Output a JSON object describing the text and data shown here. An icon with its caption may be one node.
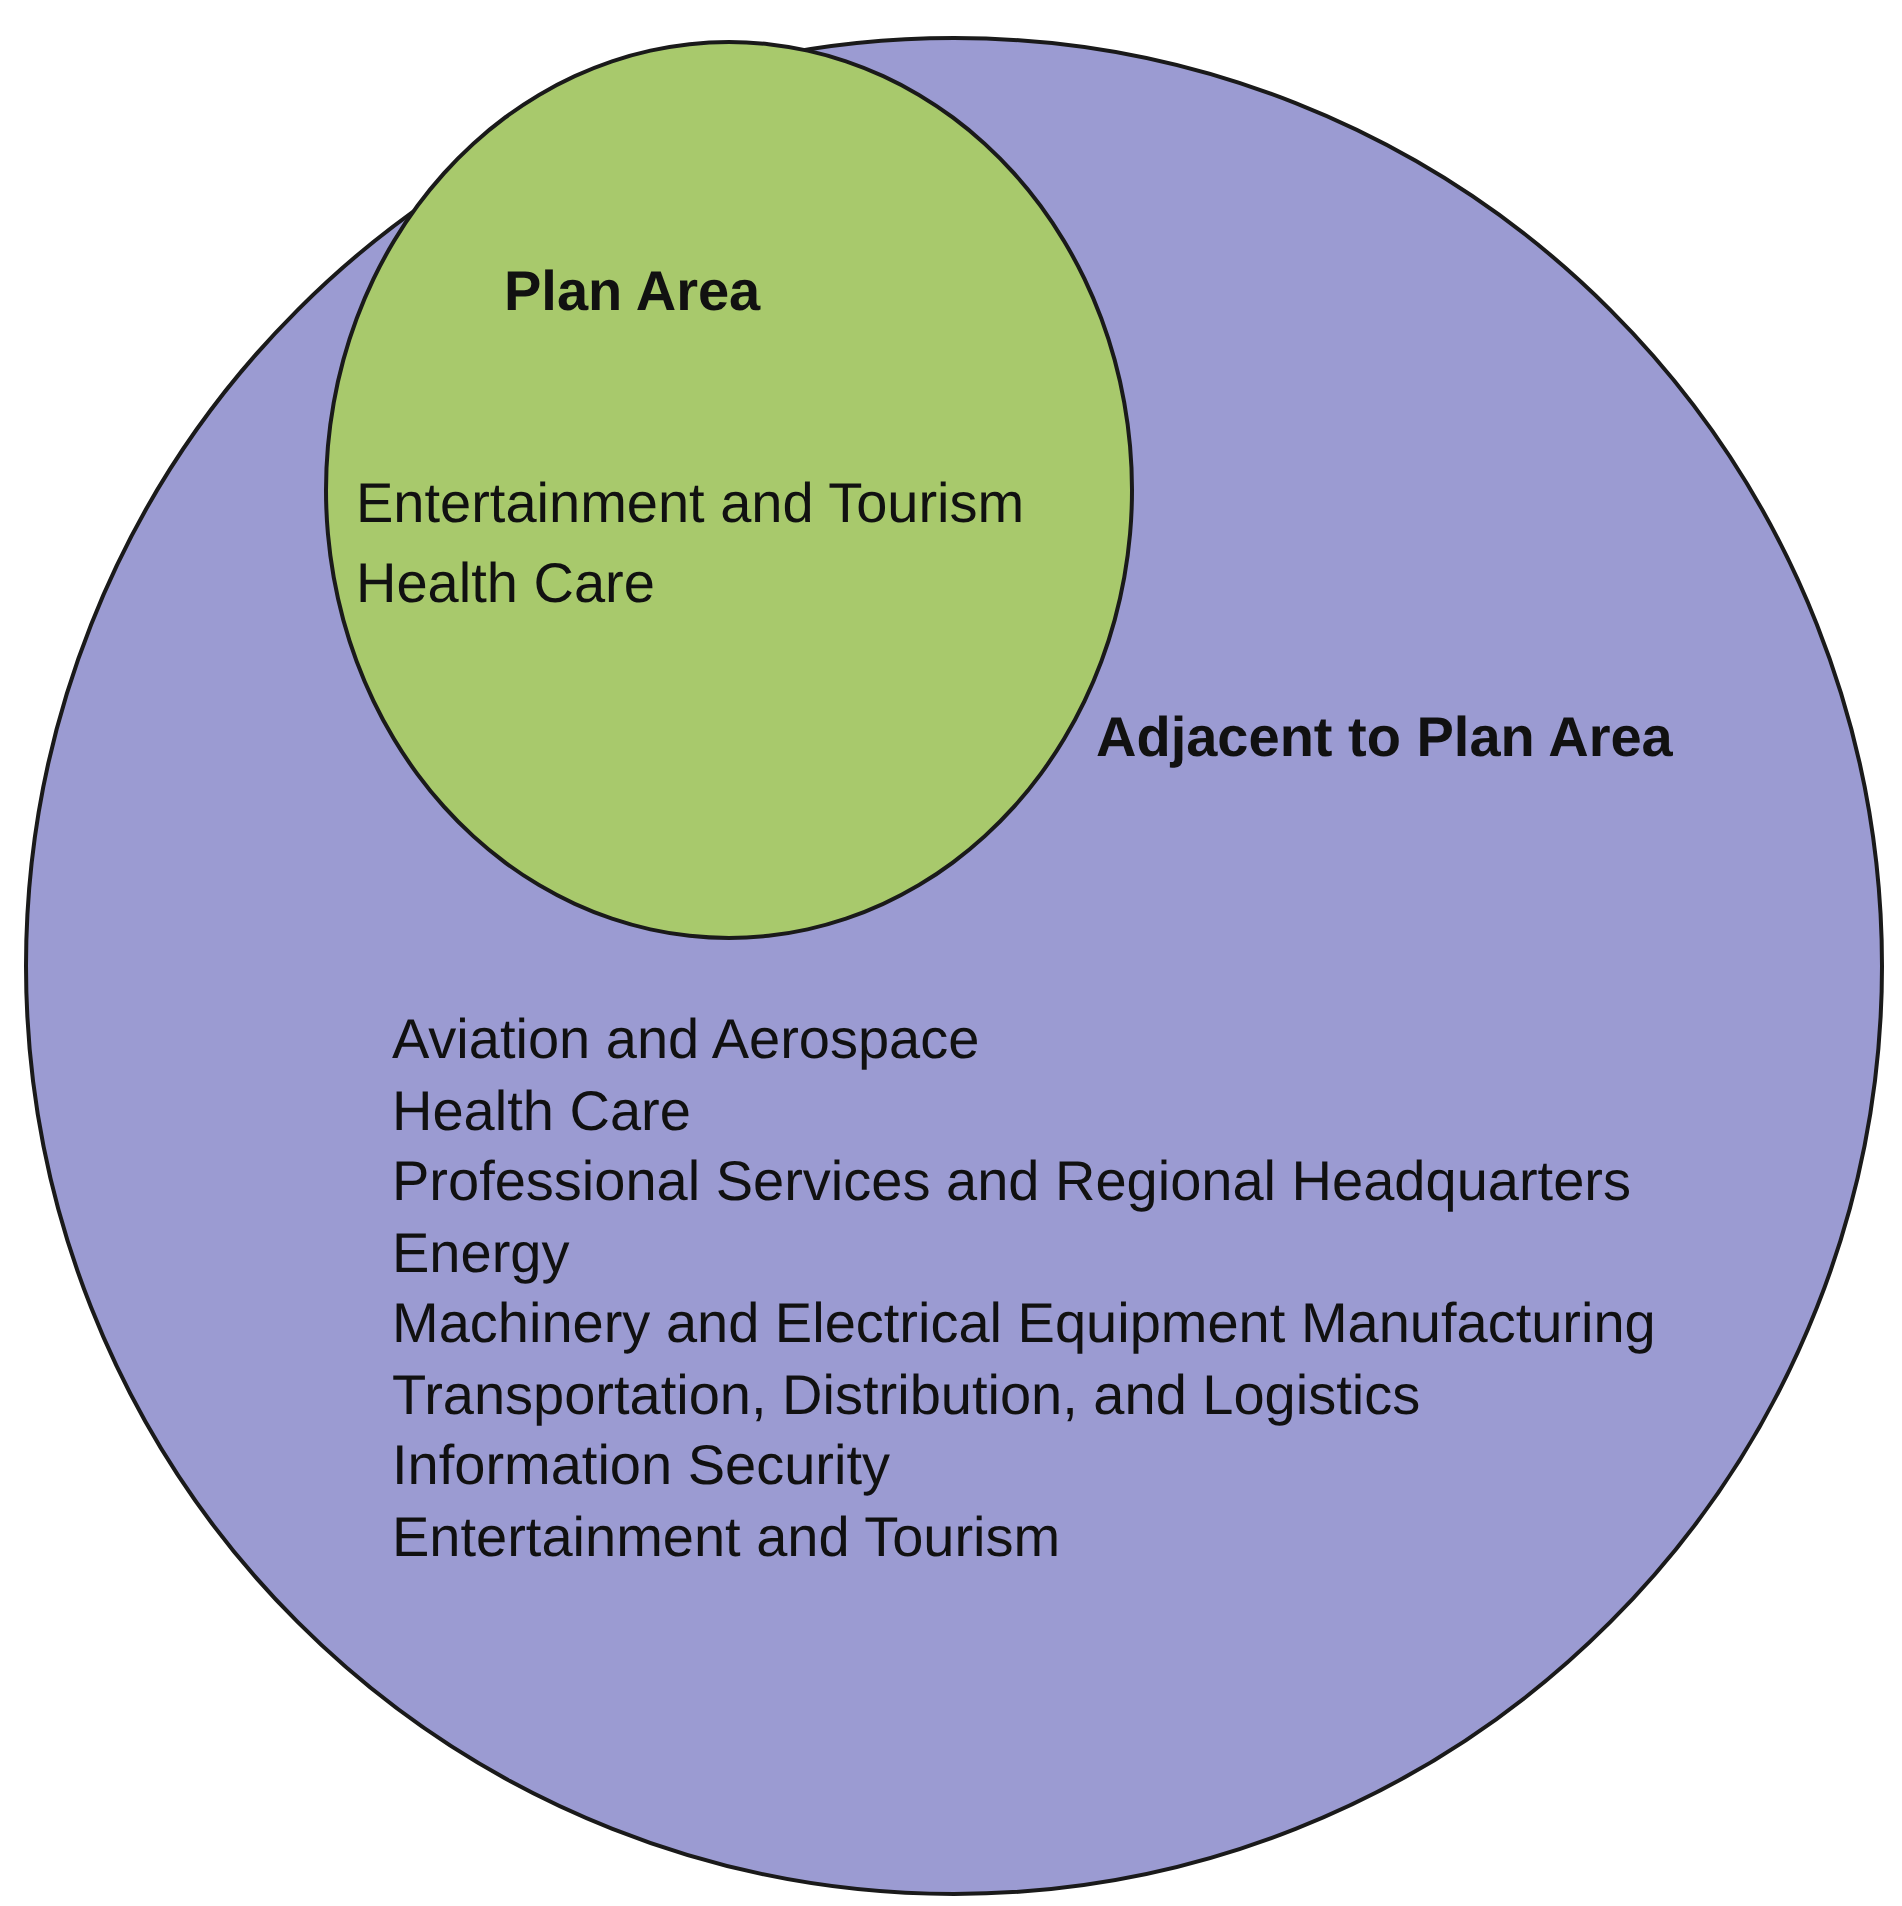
{
  "diagram": {
    "nodes": [
      {
        "text": [
          "Adjacent to Plan Area",
          "Aviation and Aerospace",
          "Health Care",
          "Professional Services and Regional Headquarters",
          "Energy",
          "Machinery and Electrical Equipment Manufacturing",
          "Transportation, Distribution, and Logistics",
          "Information Security",
          "Entertainment and Tourism"
        ]
      },
      {
        "text": [
          "Plan Area",
          "Entertainment and Tourism",
          "Health Care"
        ],
        "in": 0
      }
    ]
  }
}
